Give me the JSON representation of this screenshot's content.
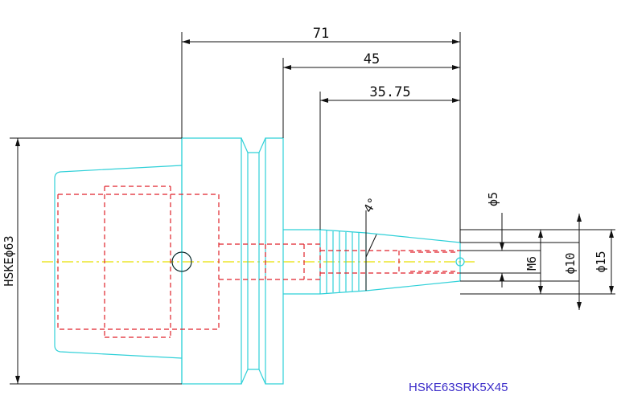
{
  "dimensions": {
    "overall_length": "71",
    "neck_length": "45",
    "taper_length": "35.75",
    "taper_angle": "4°",
    "bore": "ϕ5",
    "thread": "M6",
    "nose_diameter": "ϕ10",
    "shank_diameter": "ϕ15",
    "flange": "HSKEϕ63"
  },
  "part_label": "HSKE63SRK5X45",
  "colors": {
    "outline": "#2fd0d8",
    "hidden": "#e0222a",
    "centerline": "#e8e000",
    "dimension": "#111111",
    "label": "#3b2cc9"
  }
}
